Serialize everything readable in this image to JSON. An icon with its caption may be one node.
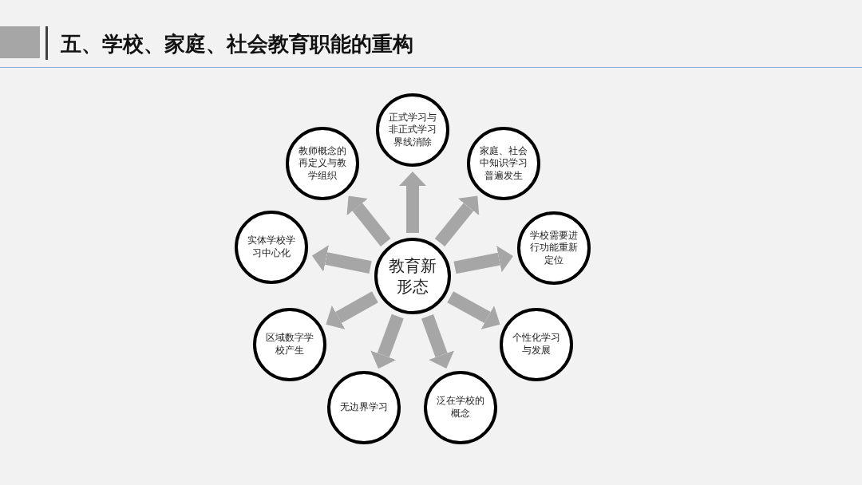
{
  "diagram": {
    "title": "五、学校、家庭、社会教育职能的重构",
    "nodes": [
      {
        "text": [
          "教育新形态"
        ]
      },
      {
        "text": [
          "正式学习与非正式学习界线消除"
        ]
      },
      {
        "text": [
          "教师概念的再定义与教学组织"
        ]
      },
      {
        "text": [
          "家庭、社会中知识学习普遍发生"
        ]
      },
      {
        "text": [
          "实体学校学习中心化"
        ]
      },
      {
        "text": [
          "学校需要进行功能重新定位"
        ]
      },
      {
        "text": [
          "区域数字学校产生"
        ]
      },
      {
        "text": [
          "个性化学习与发展"
        ]
      },
      {
        "text": [
          "无边界学习"
        ]
      },
      {
        "text": [
          "泛在学校的概念"
        ]
      }
    ],
    "edges": [
      {
        "from": 0,
        "to": 1,
        "arrow": "to"
      },
      {
        "from": 0,
        "to": 2,
        "arrow": "to"
      },
      {
        "from": 0,
        "to": 3,
        "arrow": "to"
      },
      {
        "from": 0,
        "to": 4,
        "arrow": "to"
      },
      {
        "from": 0,
        "to": 5,
        "arrow": "to"
      },
      {
        "from": 0,
        "to": 6,
        "arrow": "to"
      },
      {
        "from": 0,
        "to": 7,
        "arrow": "to"
      },
      {
        "from": 0,
        "to": 8,
        "arrow": "to"
      },
      {
        "from": 0,
        "to": 9,
        "arrow": "to"
      }
    ]
  }
}
